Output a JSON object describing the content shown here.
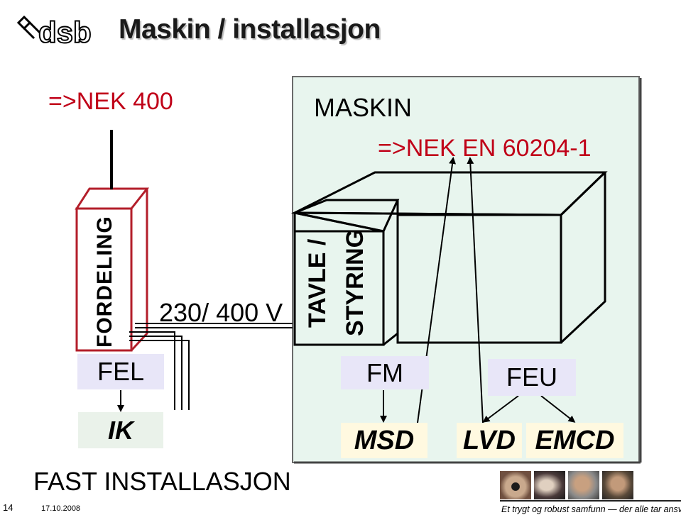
{
  "header": {
    "logo_text": "dsb",
    "title": "Maskin / installasjon"
  },
  "diagram": {
    "nek400": "=>NEK 400",
    "maskin": "MASKIN",
    "nek_en": "=>NEK EN 60204-1",
    "voltage": "230/ 400 V",
    "fordeling": "FORDELING",
    "tavle": "TAVLE /",
    "styring": "STYRING",
    "fel": "FEL",
    "ik": "IK",
    "fm": "FM",
    "feu": "FEU",
    "msd": "MSD",
    "lvd": "LVD",
    "emcd": "EMCD",
    "fast_installasjon": "FAST INSTALLASJON"
  },
  "colors": {
    "accent_red": "#c00018",
    "machine_area": "#e8f5ee",
    "label_box": "#e8e6f8",
    "directive_box": "#fff9e0"
  },
  "footer": {
    "page_number": "14",
    "date": "17.10.2008",
    "slogan": "Et trygt og robust samfunn — der alle tar ansvar"
  }
}
